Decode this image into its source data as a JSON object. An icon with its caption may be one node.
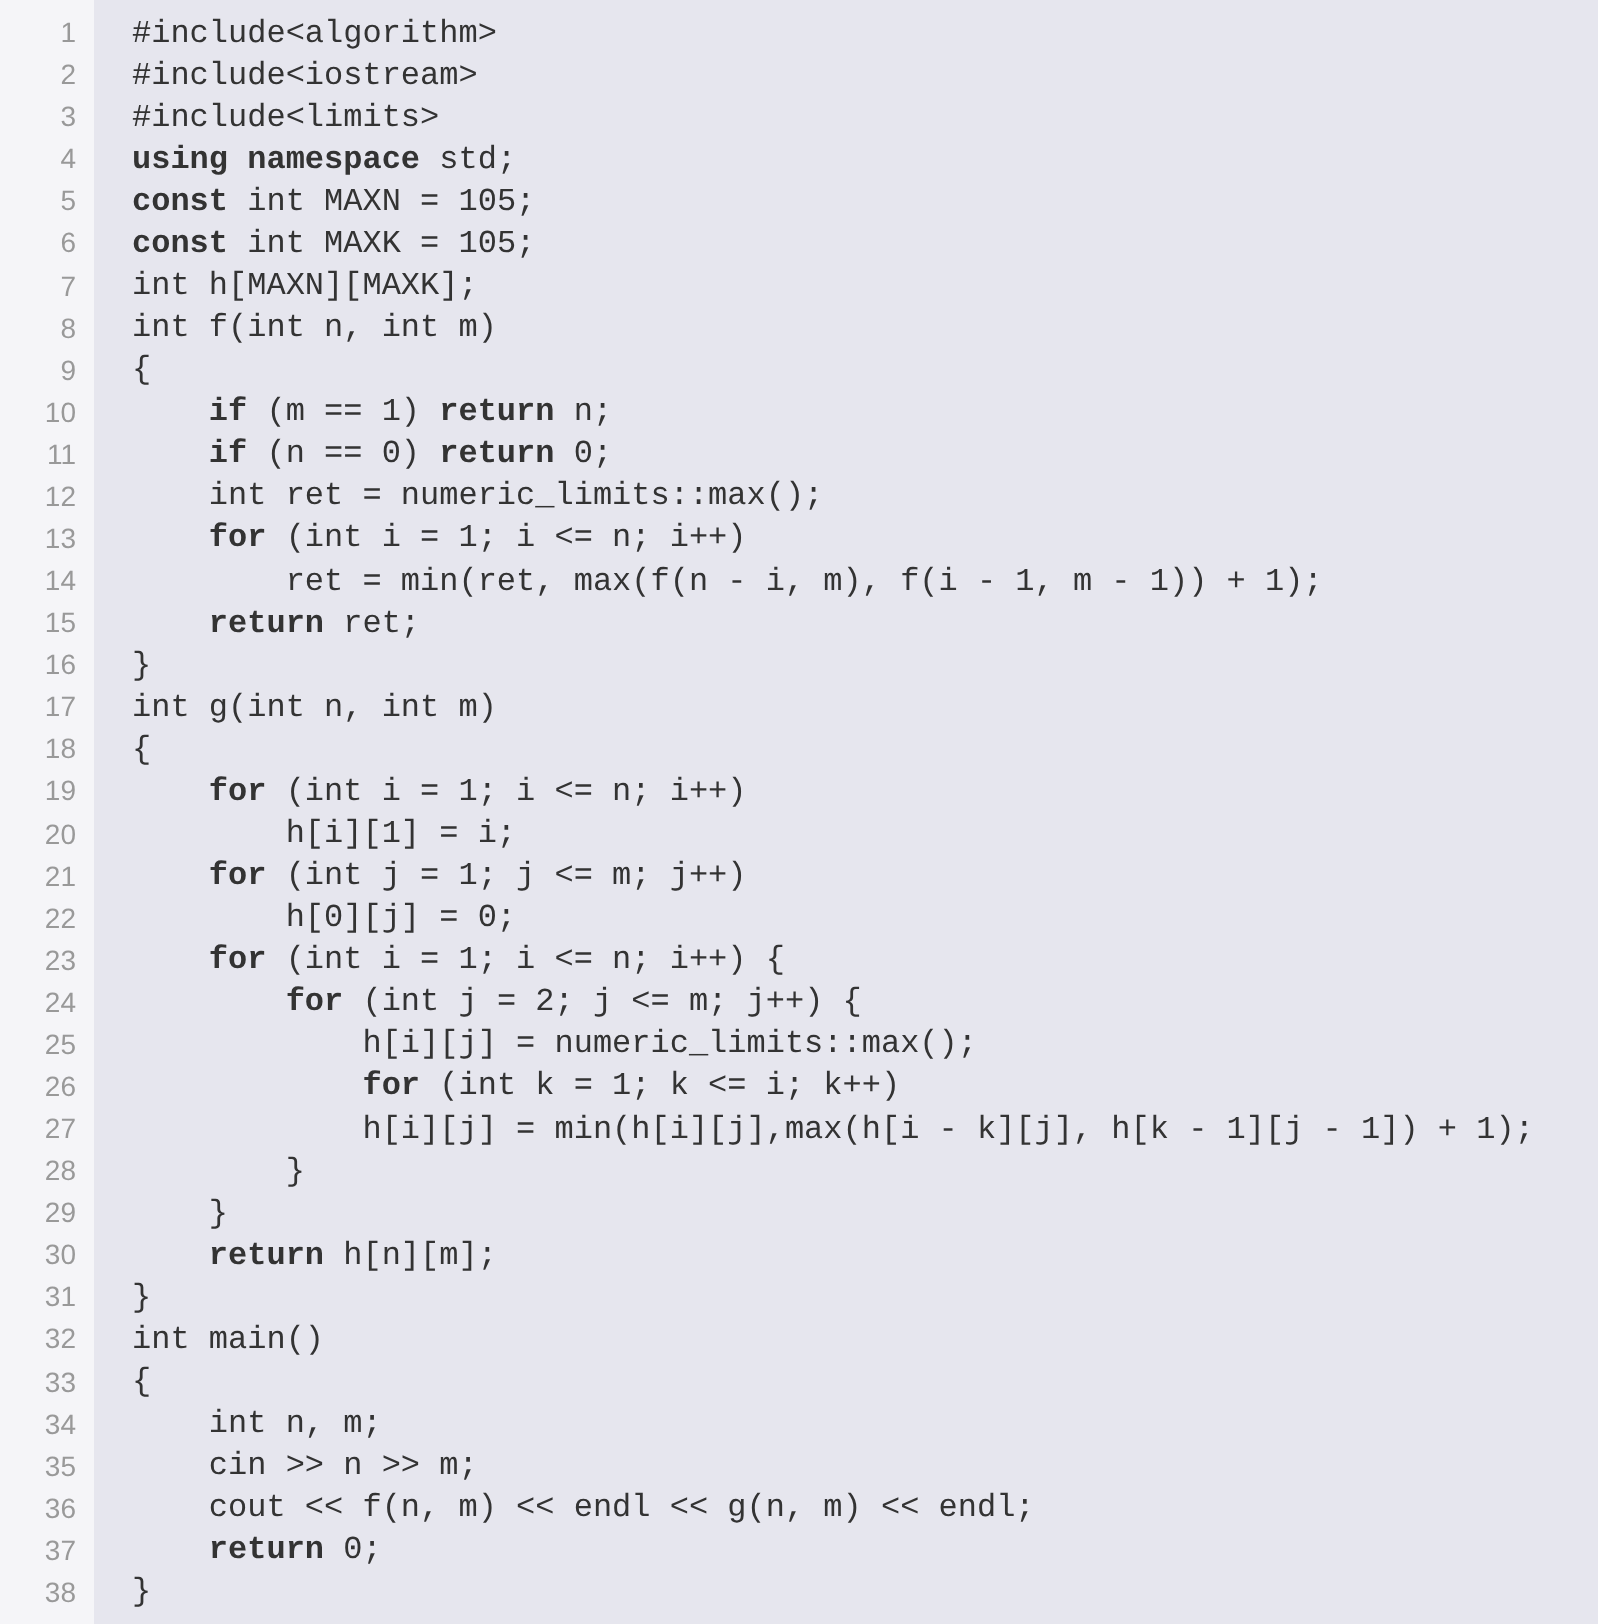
{
  "diagram": {
    "labels": [
      "1",
      "#include<algorithm>",
      "2",
      "#include<iostream>",
      "3",
      "#include<limits>",
      "4",
      "**using namespace** std;",
      "5",
      "**const** int MAXN = 105;",
      "6",
      "**const** int MAXK = 105;",
      "7",
      "int h[MAXN][MAXK];",
      "8",
      "int f(int n, int m)",
      "9",
      "{",
      "10",
      "    **if** (m == 1) **return** n;",
      "11",
      "    **if** (n == 0) **return** 0;",
      "12",
      "    int ret = numeric_limits::max();",
      "13",
      "    **for** (int i = 1; i <= n; i++)",
      "14",
      "        ret = min(ret, max(f(n - i, m), f(i - 1, m - 1)) + 1);",
      "15",
      "    **return** ret;",
      "16",
      "}",
      "17",
      "int g(int n, int m)",
      "18",
      "{",
      "19",
      "    **for** (int i = 1; i <= n; i++)",
      "20",
      "        h[i][1] = i;",
      "21",
      "    **for** (int j = 1; j <= m; j++)",
      "22",
      "        h[0][j] = 0;",
      "23",
      "    **for** (int i = 1; i <= n; i++) {",
      "24",
      "        **for** (int j = 2; j <= m; j++) {",
      "25",
      "            h[i][j] = numeric_limits::max();",
      "26",
      "            **for** (int k = 1; k <= i; k++)",
      "27",
      "            h[i][j] = min(h[i][j],max(h[i - k][j], h[k - 1][j - 1]) + 1);",
      "28",
      "        }",
      "29",
      "    }",
      "30",
      "    **return** h[n][m];",
      "31",
      "}",
      "32",
      "int main()",
      "33",
      "{",
      "34",
      "    int n, m;",
      "35",
      "    cin >> n >> m;",
      "36",
      "    cout << f(n, m) << endl << g(n, m) << endl;",
      "37",
      "    **return** 0;",
      "38",
      "}"
    ]
  }
}
